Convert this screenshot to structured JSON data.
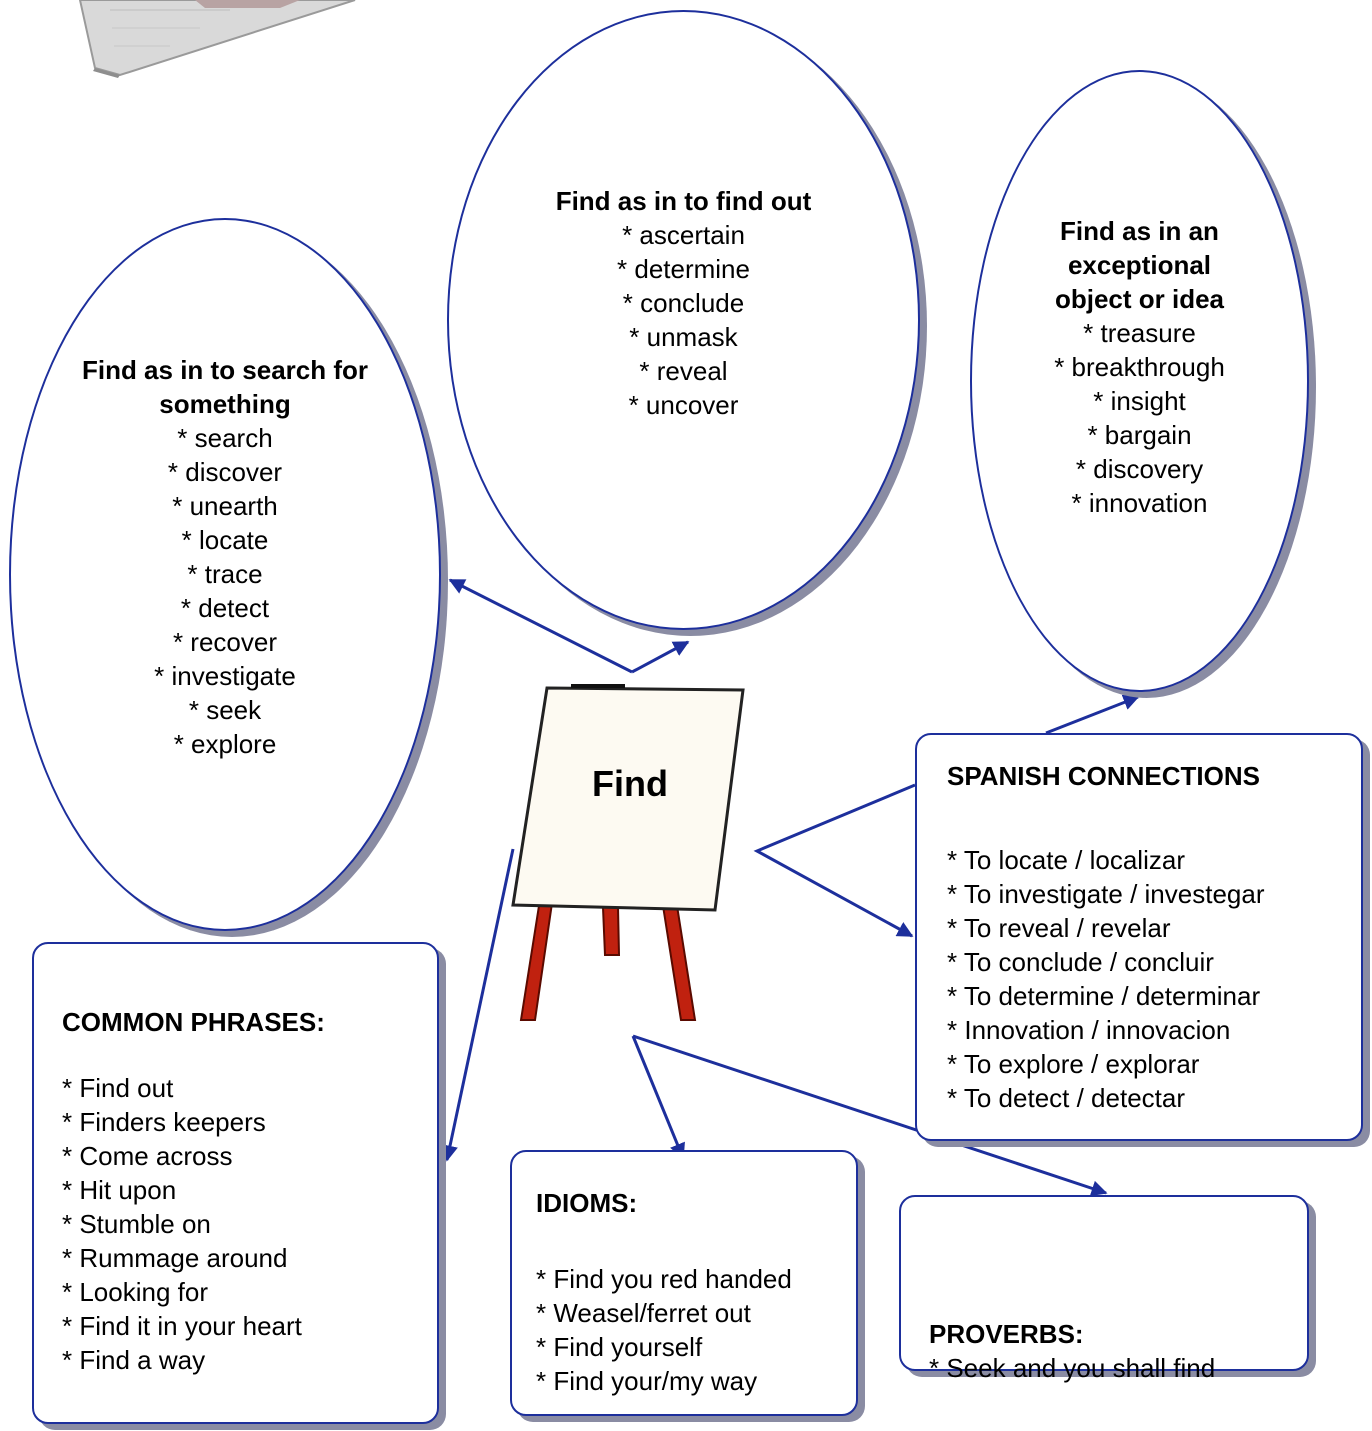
{
  "center": {
    "title": "Find"
  },
  "bubbles": [
    {
      "title": "Find as in to search for something",
      "items": [
        "* search",
        "* discover",
        "* unearth",
        "* locate",
        "* trace",
        "* detect",
        "* recover",
        "* investigate",
        "* seek",
        "* explore"
      ]
    },
    {
      "title": "Find as in to find out",
      "items": [
        "* ascertain",
        "* determine",
        "* conclude",
        "* unmask",
        "* reveal",
        "* uncover"
      ]
    },
    {
      "title": "Find as in an exceptional object or idea",
      "items": [
        "* treasure",
        "* breakthrough",
        "* insight",
        "* bargain",
        "* discovery",
        "* innovation"
      ]
    }
  ],
  "boxes": {
    "spanish": {
      "title": "SPANISH CONNECTIONS",
      "items": [
        "* To locate / localizar",
        "* To investigate / investegar",
        "* To reveal / revelar",
        "* To conclude / concluir",
        "* To determine / determinar",
        "* Innovation / innovacion",
        "* To explore / explorar",
        "* To detect / detectar"
      ]
    },
    "common": {
      "title": "COMMON PHRASES:",
      "items": [
        "* Find out",
        "* Finders keepers",
        "* Come across",
        "* Hit upon",
        "* Stumble on",
        "* Rummage around",
        "* Looking for",
        "* Find it in your heart",
        "* Find a way"
      ]
    },
    "idioms": {
      "title": "IDIOMS:",
      "items": [
        "* Find you red handed",
        "* Weasel/ferret out",
        "* Find yourself",
        "* Find your/my way"
      ]
    },
    "proverbs": {
      "title": "PROVERBS:",
      "items": [
        "* Seek and you shall find"
      ]
    }
  },
  "colors": {
    "outline": "#1d2f9c",
    "shadow": "#8a8ca3",
    "easel_legs": "#c0210f",
    "board": "#fdfaf2"
  }
}
